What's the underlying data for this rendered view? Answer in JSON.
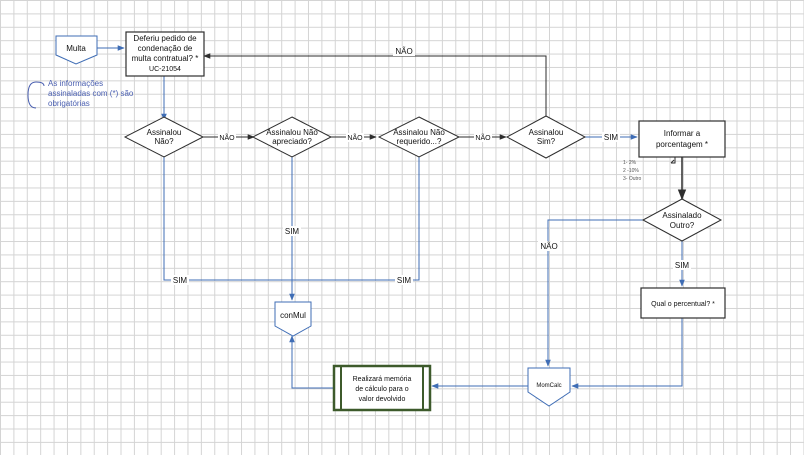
{
  "nodes": {
    "multa": "Multa",
    "deferiu": [
      "Deferiu pedido de",
      "condenação de",
      "multa contratual? *",
      "UC-21054"
    ],
    "note": [
      "As informações",
      "assinaladas com (*) são",
      "obrigatórias"
    ],
    "d1": [
      "Assinalou",
      "Não?"
    ],
    "d2": [
      "Assinalou Não",
      "apreciado?"
    ],
    "d3": [
      "Assinalou Não",
      "requerido...?"
    ],
    "d4": [
      "Assinalou",
      "Sim?"
    ],
    "informar": [
      "Informar a",
      "porcentagem *"
    ],
    "options": [
      "1- 2%",
      "2 -10%",
      "3- Outro"
    ],
    "outro": [
      "Assinalado",
      "Outro?"
    ],
    "qual": "Qual o percentual? *",
    "momcalc": "MomCalc",
    "realizara": [
      "Realizará memória",
      "de cálculo para o",
      "valor devolvido"
    ],
    "conmul": "conMul"
  },
  "labels": {
    "nao_top": "NÃO",
    "nao1": "NÃO",
    "nao2": "NÃO",
    "nao3": "NÃO",
    "sim_right": "SIM",
    "sim_mid": "SIM",
    "sim_left": "SIM",
    "sim_right2": "SIM",
    "sim_outro": "SIM",
    "nao_outro": "NÃO"
  },
  "colors": {
    "blue": "#3f6db5",
    "dark": "#2e2e2e",
    "process_border": "#3d5a2b"
  }
}
